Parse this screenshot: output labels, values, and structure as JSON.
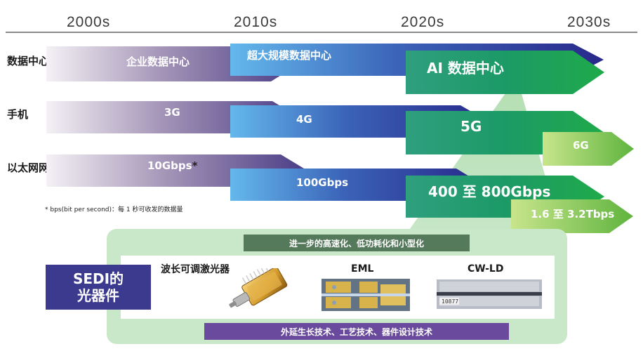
{
  "timeline": {
    "decades": [
      "2000s",
      "2010s",
      "2020s",
      "2030s"
    ]
  },
  "rows": {
    "datacenter": {
      "label": "数据中心",
      "stage_2000s": "企业数据中心",
      "stage_2010s": "超大规模数据中心",
      "stage_2020s": "AI 数据中心"
    },
    "mobile": {
      "label": "手机",
      "stage_2000s": "3G",
      "stage_2010s": "4G",
      "stage_2020s": "5G",
      "stage_2030s": "6G"
    },
    "ethernet": {
      "label": "以太网网速",
      "stage_2000s": "10Gbps",
      "stage_2000s_mark": "*",
      "stage_2010s": "100Gbps",
      "stage_2020s": "400 至 800Gbps",
      "stage_2030s": "1.6 至 3.2Tbps"
    }
  },
  "footnote": "* bps(bit per second)：每 1 秒可收发的数据量",
  "sedi": {
    "title_line1": "SEDI的",
    "title_line2": "光器件",
    "top_banner": "进一步的高速化、低功耗化和小型化",
    "bottom_banner": "外延生长技术、工艺技术、器件设计技术",
    "products": [
      "波长可调激光器",
      "EML",
      "CW-LD"
    ],
    "chip_marking": "10877"
  },
  "colors": {
    "purple_dark": "#4a3c86",
    "purple_light": "#f2eef4",
    "blue_dark": "#2a2f8a",
    "blue_light": "#5fb0e6",
    "green_dark": "#1f9a5a",
    "green_light": "#7fcaa8",
    "lime_dark": "#4dac3e",
    "lime_light": "#c9e48e",
    "callout_bg": "#c9e8c9",
    "sedi_box": "#3b3a8e"
  }
}
